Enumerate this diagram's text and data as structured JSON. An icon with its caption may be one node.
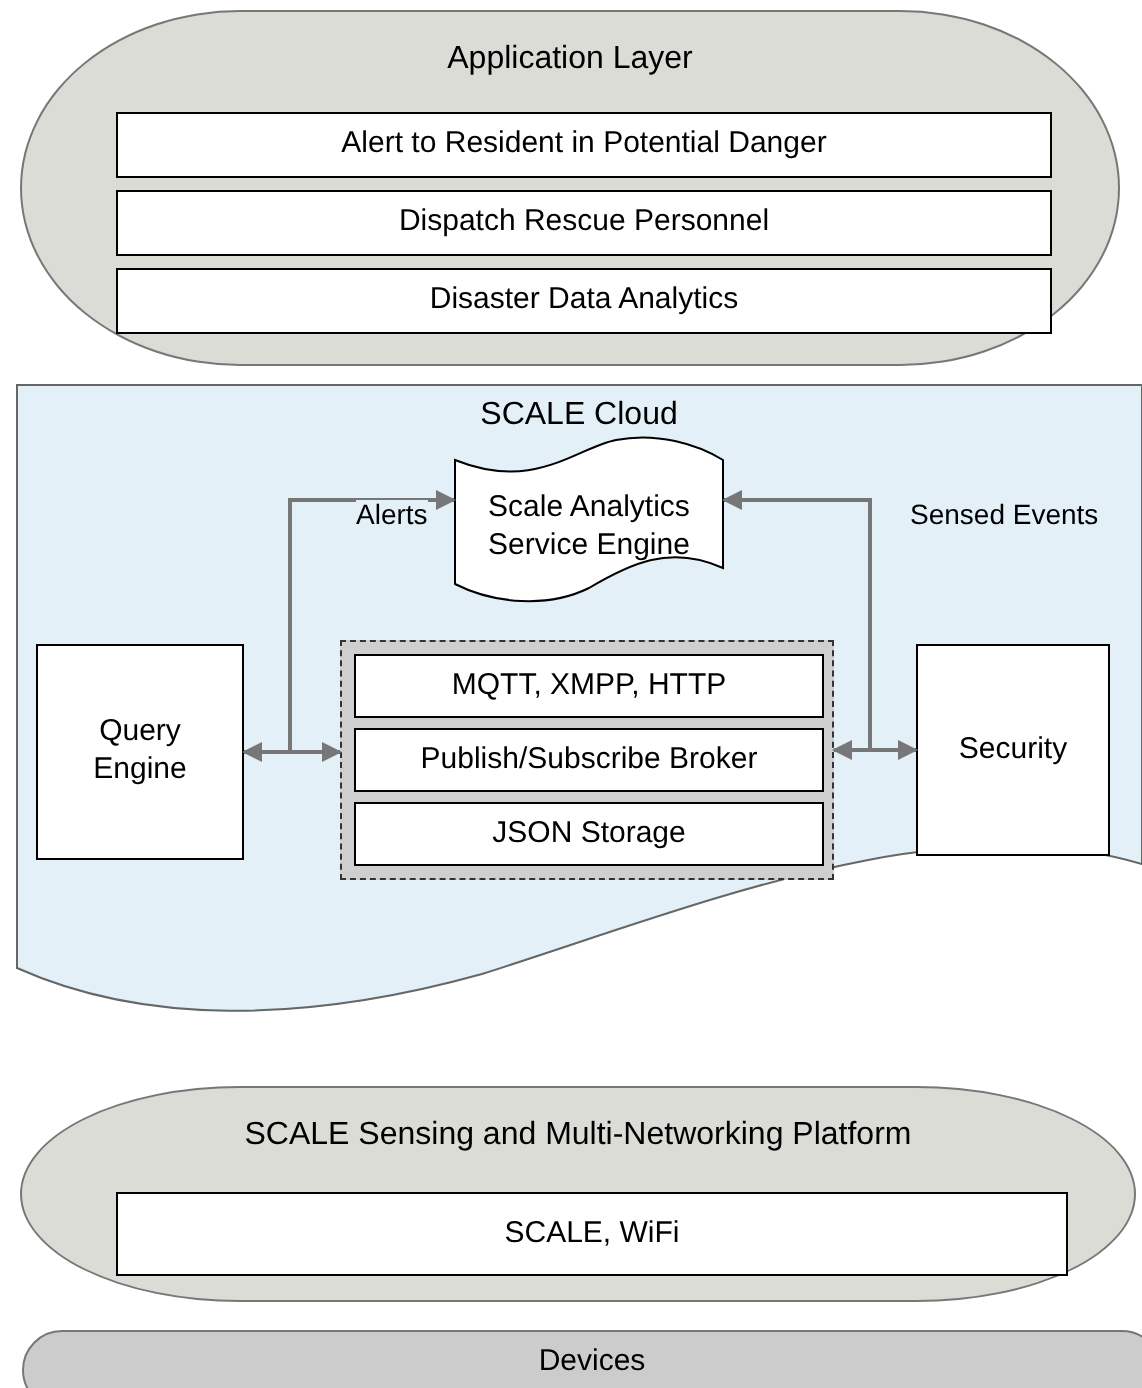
{
  "diagram": {
    "nodes": [
      {
        "text": [
          "Application Layer"
        ]
      },
      {
        "text": [
          "Alert to Resident in Potential Danger"
        ],
        "in": 0
      },
      {
        "text": [
          "Dispatch Rescue Personnel"
        ],
        "in": 0
      },
      {
        "text": [
          "Disaster Data Analytics"
        ],
        "in": 0
      },
      {
        "text": [
          "SCALE Cloud"
        ]
      },
      {
        "text": [
          "Scale Analytics Service Engine"
        ],
        "in": 4
      },
      {
        "text": [
          "Query Engine"
        ],
        "in": 4
      },
      {
        "text": [],
        "shape": "box",
        "in": 4
      },
      {
        "text": [
          "MQTT, XMPP, HTTP"
        ],
        "in": 7
      },
      {
        "text": [
          "Publish/Subscribe Broker"
        ],
        "in": 7
      },
      {
        "text": [
          "JSON Storage"
        ],
        "in": 7
      },
      {
        "text": [
          "Security"
        ],
        "in": 4
      },
      {
        "text": [
          "SCALE Sensing and Multi-Networking Platform"
        ]
      },
      {
        "text": [
          "SCALE, WiFi"
        ],
        "in": 12
      },
      {
        "text": [
          "Devices"
        ]
      }
    ],
    "edges": [
      {
        "from": 6,
        "to": 7,
        "arrow": "both"
      },
      {
        "from": 11,
        "to": 7,
        "arrow": "both"
      },
      {
        "from": 6,
        "to": 5,
        "arrow": "to",
        "label": "Alerts"
      },
      {
        "from": 11,
        "to": 5,
        "arrow": "to",
        "label": "Sensed Events"
      }
    ]
  }
}
